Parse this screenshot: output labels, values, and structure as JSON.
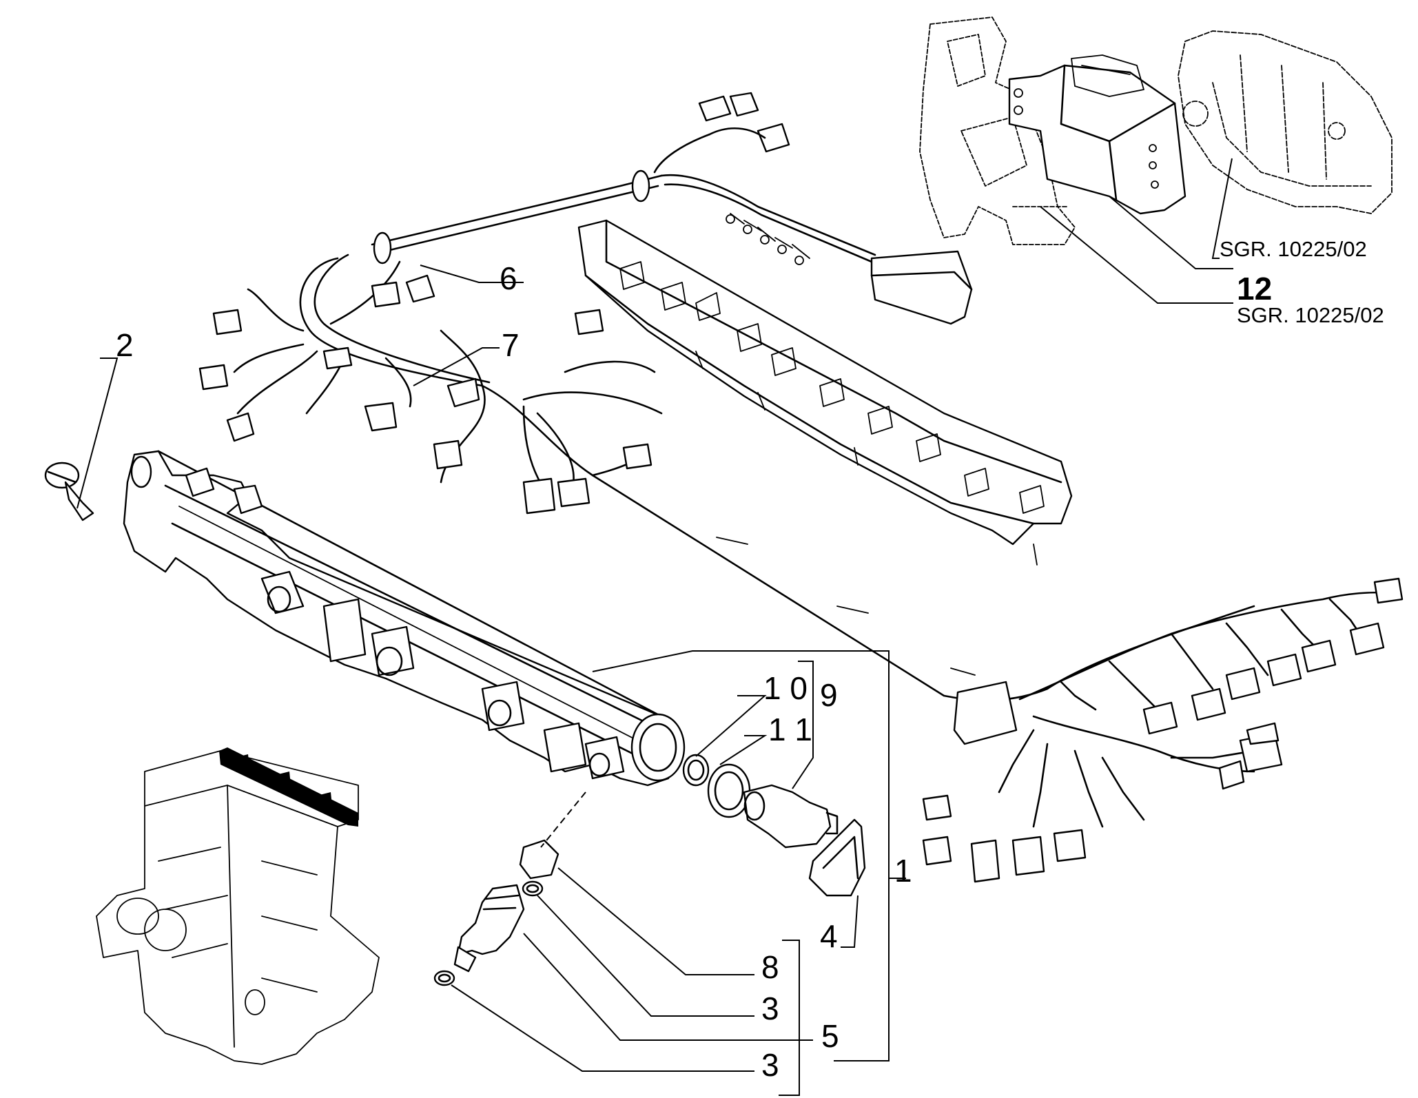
{
  "callouts": {
    "c1": "1",
    "c2": "2",
    "c3a": "3",
    "c3b": "3",
    "c4": "4",
    "c5": "5",
    "c6": "6",
    "c7": "7",
    "c8": "8",
    "c9": "9",
    "c10": "1 0",
    "c11": "1 1",
    "c12": "12"
  },
  "references": {
    "ref_a": "SGR. 10225/02",
    "ref_b": "SGR. 10225/02"
  }
}
